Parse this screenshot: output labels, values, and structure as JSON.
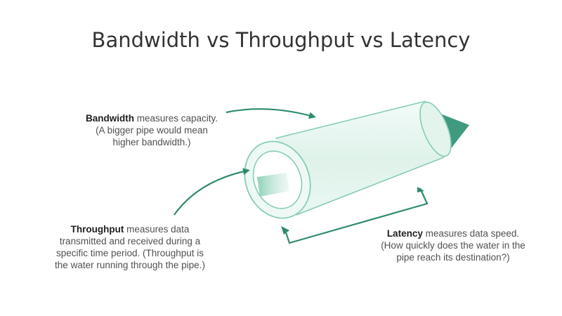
{
  "title": "Bandwidth vs Throughput vs Latency",
  "labels": {
    "bandwidth": {
      "term": "Bandwidth",
      "text1": " measures capacity.",
      "text2": "(A bigger pipe would mean",
      "text3": "higher bandwidth.)"
    },
    "throughput": {
      "term": "Throughput",
      "text1": " measures data",
      "text2": "transmitted and received during a",
      "text3": "specific time period. (Throughput is",
      "text4": "the water running through the pipe.)"
    },
    "latency": {
      "term": "Latency",
      "text1": " measures data speed.",
      "text2": "(How quickly does the water in the",
      "text3": "pipe reach its destination?)"
    }
  },
  "colors": {
    "accent": "#2e8b6e",
    "pipe_fill": "#e6f5ef",
    "pipe_stroke": "#86cdb4",
    "water": "#9fd8c3"
  }
}
